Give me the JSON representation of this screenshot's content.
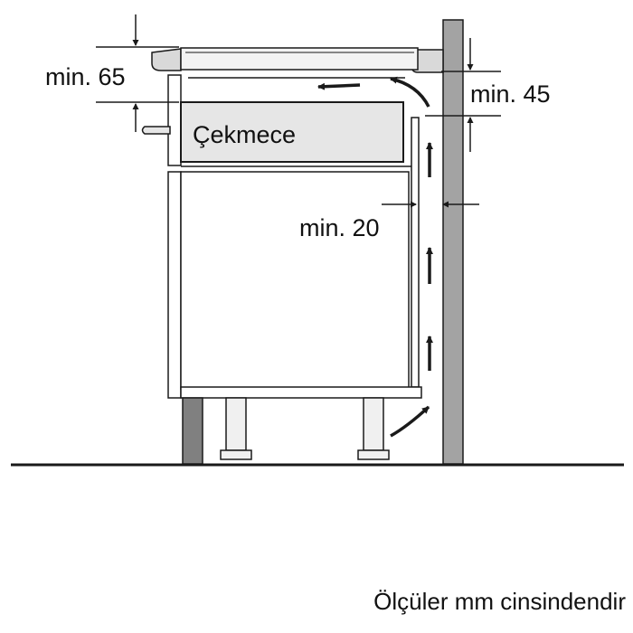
{
  "labels": {
    "dim_65": "min. 65",
    "dim_45": "min. 45",
    "dim_20": "min. 20",
    "drawer": "Çekmece",
    "footer": "Ölçüler mm cinsindendir"
  },
  "colors": {
    "line": "#1a1a1a",
    "wall": "#a3a3a3",
    "drawer_fill": "#e6e6e6",
    "countertop": "#d9d9d9",
    "plinth": "#808080",
    "legs": "#f0f0f0"
  },
  "icons": [
    "arrow-icon"
  ]
}
